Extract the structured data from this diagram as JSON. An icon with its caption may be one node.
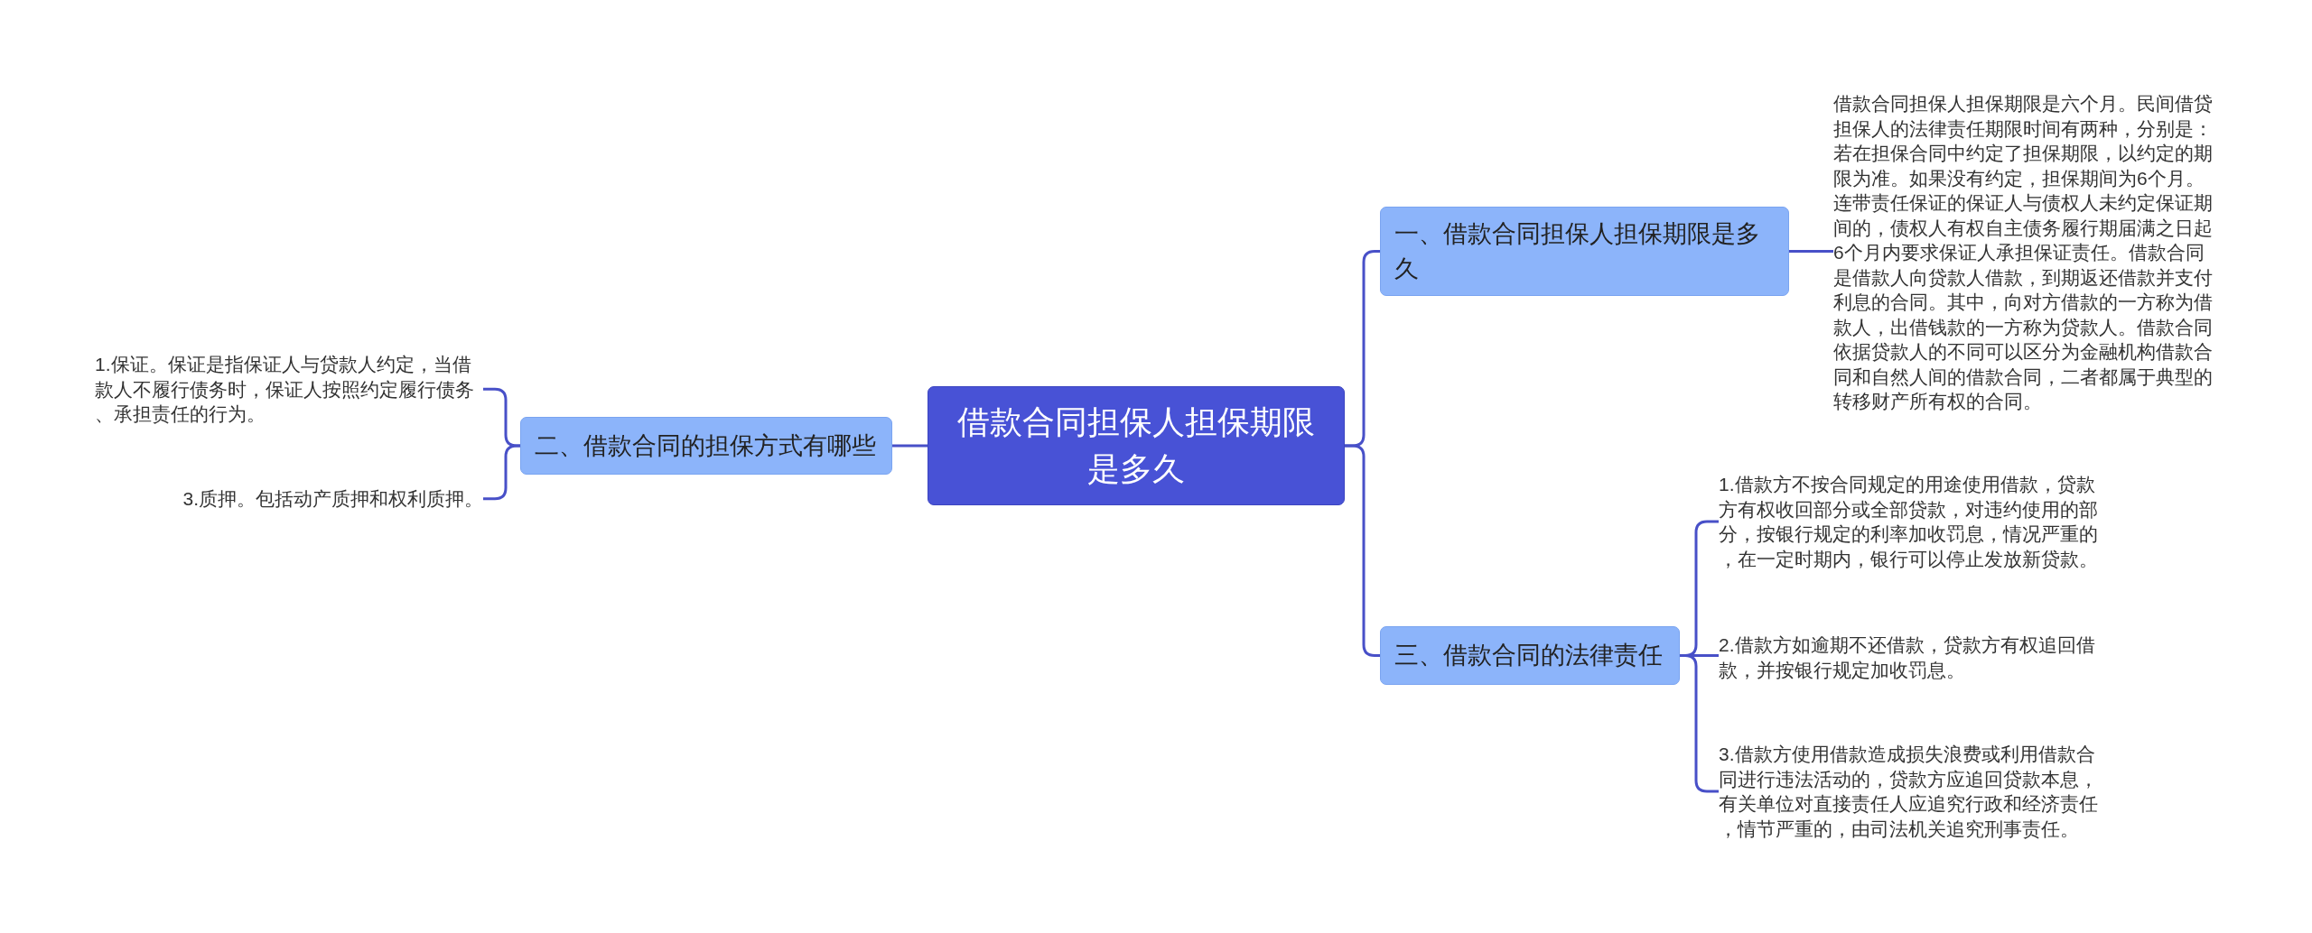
{
  "diagram": {
    "nodes": [
      {
        "text": [
          "借款合同担保人担保期限是多久"
        ]
      },
      {
        "text": [
          "一、借款合同担保人担保期限是多久"
        ]
      },
      {
        "text": [
          "借款合同担保人担保期限是六个月。民间借贷担保人的法律责任期限时间有两种，分别是：若在担保合同中约定了担保期限，以约定的期限为准。如果没有约定，担保期间为6个月。连带责任保证的保证人与债权人未约定保证期间的，债权人有权自主债务履行期届满之日起6个月内要求保证人承担保证责任。借款合同是借款人向贷款人借款，到期返还借款并支付利息的合同。其中，向对方借款的一方称为借款人，出借钱款的一方称为贷款人。借款合同依据贷款人的不同可以区分为金融机构借款合同和自然人间的借款合同，二者都属于典型的转移财产所有权的合同。"
        ]
      },
      {
        "text": [
          "二、借款合同的担保方式有哪些"
        ]
      },
      {
        "text": [
          "1.保证。保证是指保证人与贷款人约定，当借款人不履行债务时，保证人按照约定履行债务、承担责任的行为。"
        ]
      },
      {
        "text": [
          "3.质押。包括动产质押和权利质押。"
        ]
      },
      {
        "text": [
          "三、借款合同的法律责任"
        ]
      },
      {
        "text": [
          "1.借款方不按合同规定的用途使用借款，贷款方有权收回部分或全部贷款，对违约使用的部分，按银行规定的利率加收罚息，情况严重的，在一定时期内，银行可以停止发放新贷款。"
        ]
      },
      {
        "text": [
          "2.借款方如逾期不还借款，贷款方有权追回借款，并按银行规定加收罚息。"
        ]
      },
      {
        "text": [
          "3.借款方使用借款造成损失浪费或利用借款合同进行违法活动的，贷款方应追回贷款本息，有关单位对直接责任人应追究行政和经济责任，情节严重的，由司法机关追究刑事责任。"
        ]
      }
    ],
    "edges": [
      {
        "from": 0,
        "to": 1,
        "arrow": "none"
      },
      {
        "from": 1,
        "to": 2,
        "arrow": "none"
      },
      {
        "from": 0,
        "to": 3,
        "arrow": "none"
      },
      {
        "from": 3,
        "to": 4,
        "arrow": "none"
      },
      {
        "from": 3,
        "to": 5,
        "arrow": "none"
      },
      {
        "from": 0,
        "to": 6,
        "arrow": "none"
      },
      {
        "from": 6,
        "to": 7,
        "arrow": "none"
      },
      {
        "from": 6,
        "to": 8,
        "arrow": "none"
      },
      {
        "from": 6,
        "to": 9,
        "arrow": "none"
      }
    ]
  }
}
